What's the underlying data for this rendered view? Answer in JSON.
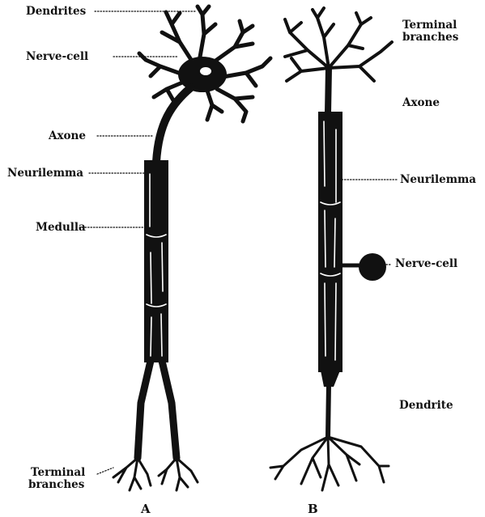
{
  "figure": {
    "neuron_a": {
      "caption": "A",
      "labels": {
        "dendrites": "Dendrites",
        "nerve_cell": "Nerve-cell",
        "axone": "Axone",
        "neurilemma": "Neurilemma",
        "medulla": "Medulla",
        "terminal_line1": "Terminal",
        "terminal_line2": "branches"
      }
    },
    "neuron_b": {
      "caption": "B",
      "labels": {
        "terminal_line1": "Terminal",
        "terminal_line2": "branches",
        "axone": "Axone",
        "neurilemma": "Neurilemma",
        "nerve_cell": "Nerve-cell",
        "dendrite": "Dendrite"
      }
    },
    "colors": {
      "ink": "#111111",
      "background": "#ffffff",
      "highlight": "#ffffff"
    }
  }
}
